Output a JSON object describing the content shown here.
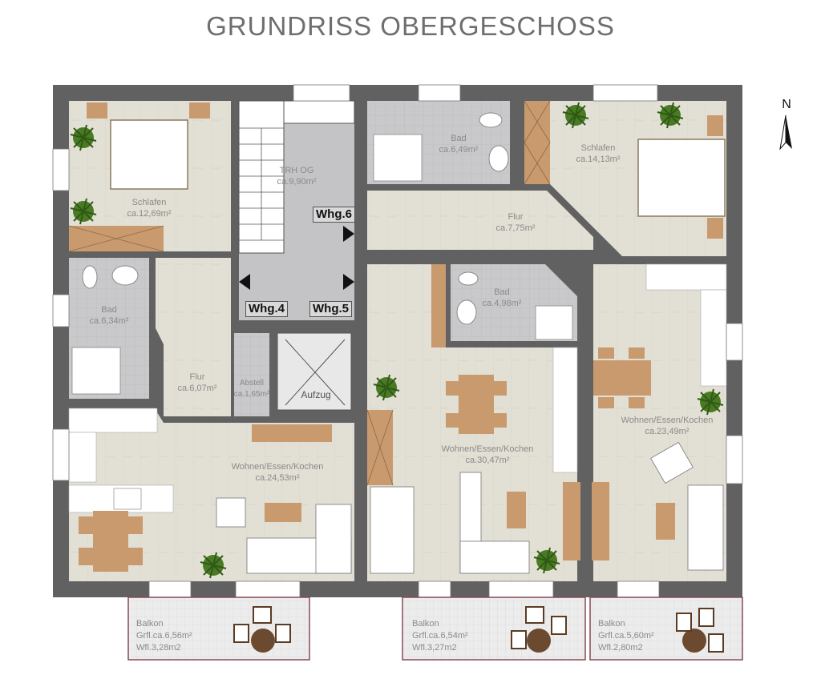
{
  "title": "GRUNDRISS  OBERGESCHOSS",
  "north_label": "N",
  "colors": {
    "wall": "#616161",
    "floor_wood": "#e2dfd4",
    "floor_tile": "#c9c9cb",
    "stair_area": "#c4c4c6",
    "furniture_wood": "#c99a6e",
    "balcony": "#ececec",
    "balcony_border": "#8a4a55",
    "label_text": "#8a8a8a"
  },
  "stair_core": {
    "trh": {
      "name": "TRH OG",
      "area": "ca.9,90m²"
    },
    "abstell": {
      "name": "Abstell",
      "area": "ca.1,65m²"
    },
    "aufzug": {
      "name": "Aufzug"
    },
    "unit_markers": [
      "Whg.4",
      "Whg.5",
      "Whg.6"
    ]
  },
  "units": {
    "whg4": {
      "schlafen": {
        "name": "Schlafen",
        "area": "ca.12,69m²"
      },
      "bad": {
        "name": "Bad",
        "area": "ca.6,34m²"
      },
      "flur": {
        "name": "Flur",
        "area": "ca.6,07m²"
      },
      "wohnen": {
        "name": "Wohnen/Essen/Kochen",
        "area": "ca.24,53m²"
      },
      "balkon": {
        "name": "Balkon",
        "grundflaeche": "Grfl.ca.6,56m²",
        "wohnflaeche": "Wfl.3,28m2"
      }
    },
    "whg5": {
      "bad": {
        "name": "Bad",
        "area": "ca.4,98m²"
      },
      "wohnen": {
        "name": "Wohnen/Essen/Kochen",
        "area": "ca.30,47m²"
      },
      "balkon": {
        "name": "Balkon",
        "grundflaeche": "Grfl.ca.6,54m²",
        "wohnflaeche": "Wfl.3,27m2"
      }
    },
    "whg6": {
      "bad": {
        "name": "Bad",
        "area": "ca.6,49m²"
      },
      "schlafen": {
        "name": "Schlafen",
        "area": "ca.14,13m²"
      },
      "flur": {
        "name": "Flur",
        "area": "ca.7,75m²"
      },
      "wohnen": {
        "name": "Wohnen/Essen/Kochen",
        "area": "ca.23,49m²"
      },
      "balkon": {
        "name": "Balkon",
        "grundflaeche": "Grfl.ca.5,60m²",
        "wohnflaeche": "Wfl.2,80m2"
      }
    }
  }
}
